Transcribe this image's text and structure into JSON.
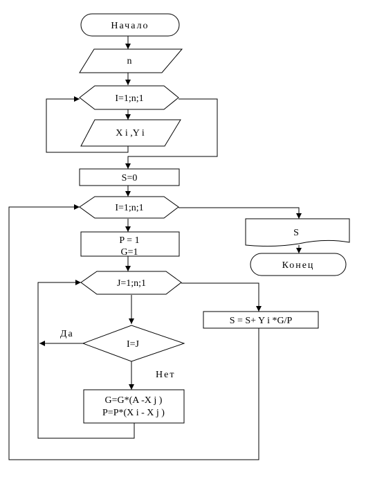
{
  "flowchart": {
    "start": "Начало",
    "input_n": "n",
    "loop_i_1": "I=1;n;1",
    "input_xy": "X i ,Y i",
    "init_s": "S=0",
    "loop_i_2": "I=1;n;1",
    "init_pg_line1": "P = 1",
    "init_pg_line2": "G=1",
    "loop_j": "J=1;n;1",
    "condition": "I=J",
    "label_yes": "Да",
    "label_no": "Нет",
    "calc_line1": "G=G*(A -X j )",
    "calc_line2": "P=P*(X i - X j )",
    "sum_update": "S = S+ Y i *G/P",
    "output_s": "S",
    "end": "Конец"
  }
}
